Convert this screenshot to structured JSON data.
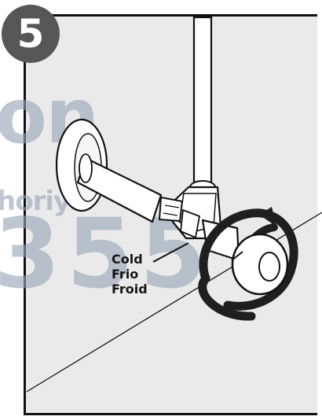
{
  "step": {
    "number": "5"
  },
  "watermark": {
    "line1": "on",
    "line2": "horiy™",
    "line3": "355"
  },
  "valve_label": {
    "line1": "Cold",
    "line2": "Frio",
    "line3": "Froid"
  },
  "colors": {
    "wall": "#ebeaeb",
    "outline": "#111111",
    "badge": "#565656",
    "watermark": "#97a5b6"
  },
  "icons": {
    "arrow": "clockwise-rotation-arrow"
  }
}
